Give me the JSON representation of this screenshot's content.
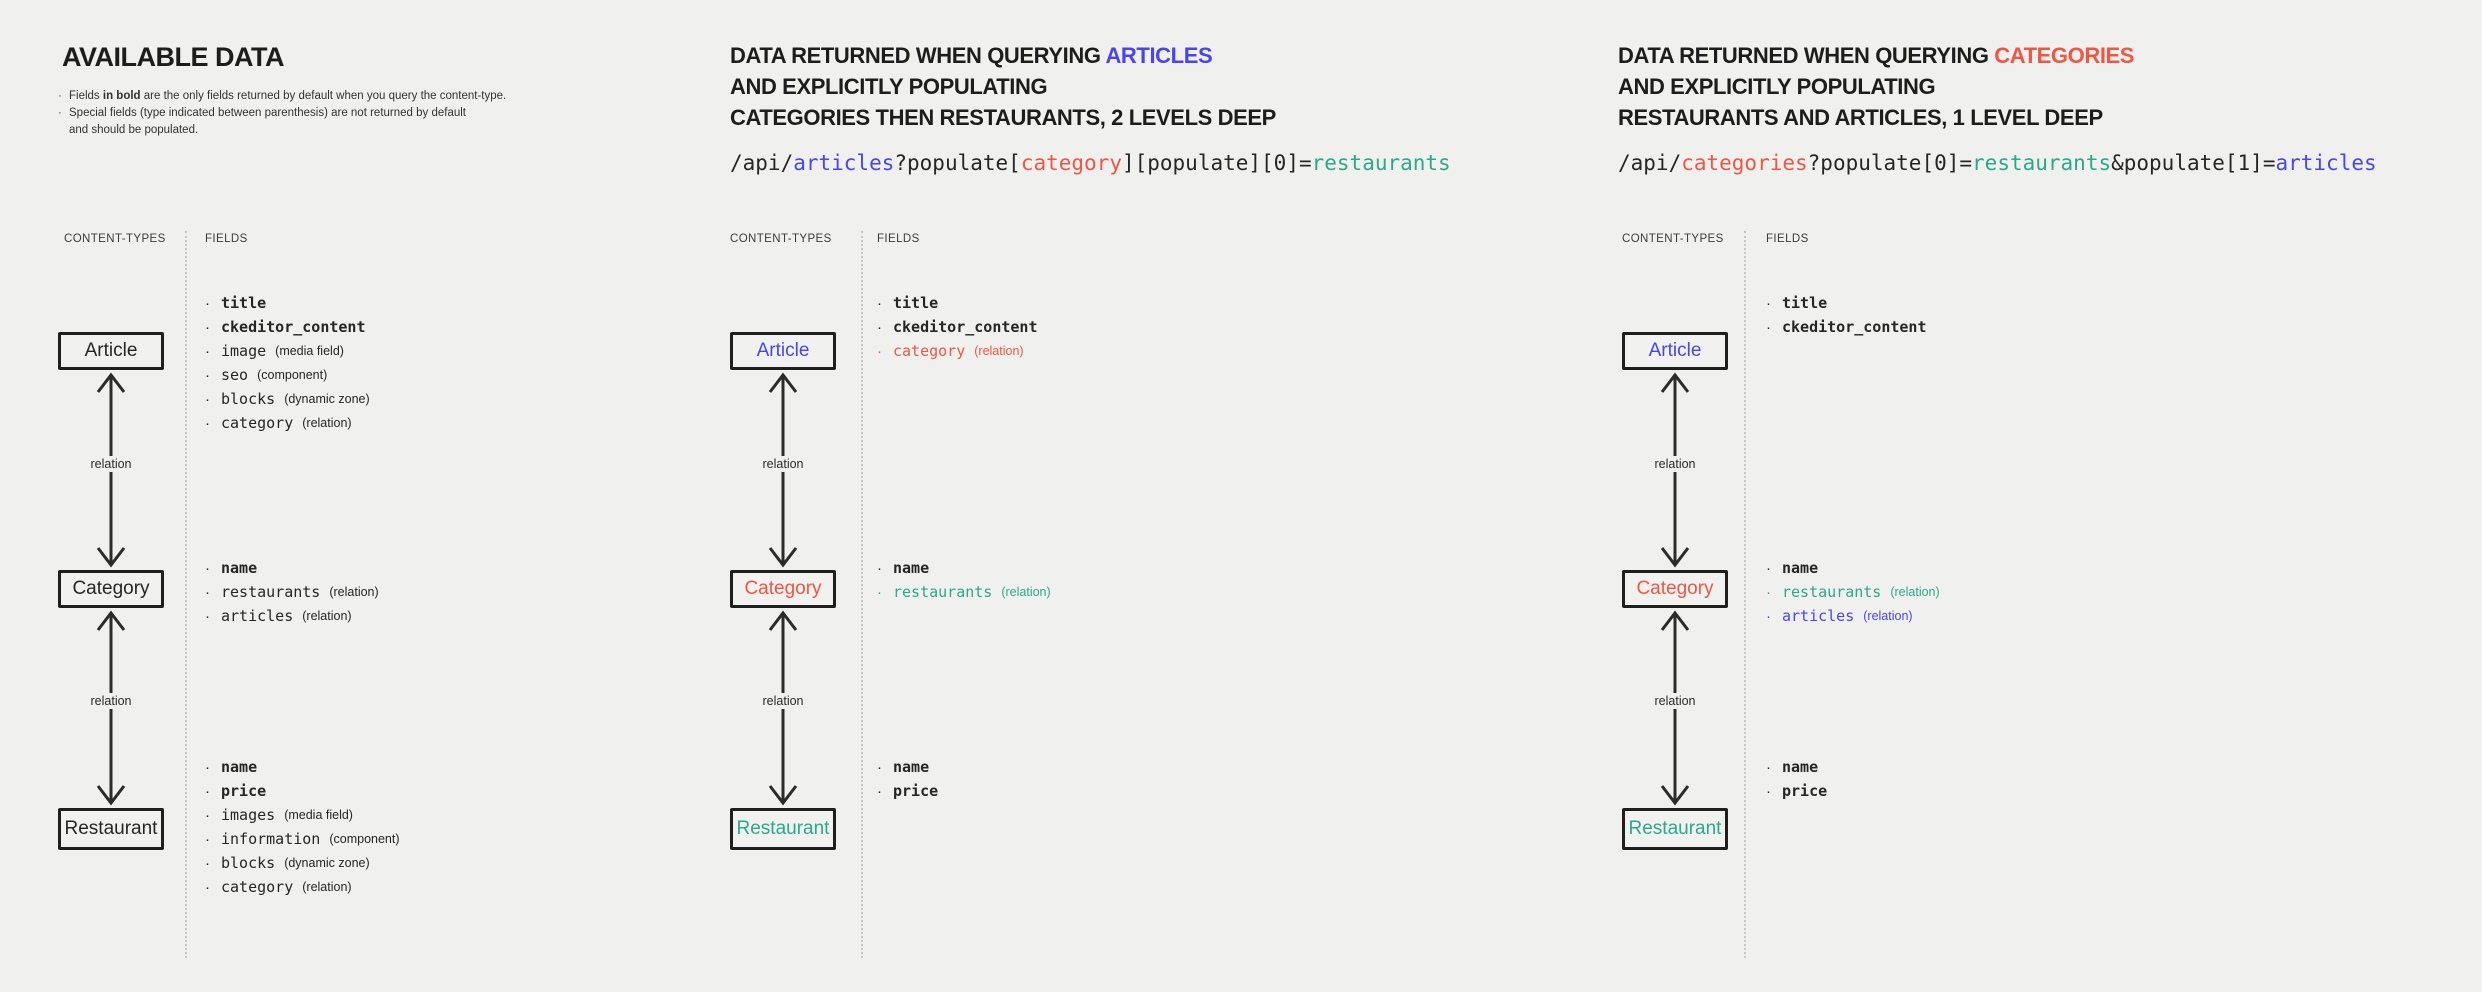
{
  "colors": {
    "background": "#f0f0ee",
    "ink": "#262626",
    "blue": "#4845f0",
    "red": "#ee5743",
    "teal": "#2ba98a"
  },
  "panel1": {
    "title": "AVAILABLE DATA",
    "note1_pre": "Fields ",
    "note1_bold": "in bold",
    "note1_post": " are the only fields returned by default when you query the content-type.",
    "note2_line1": "Special fields (type indicated between parenthesis) are not returned by default",
    "note2_line2": "and should be populated.",
    "columns": {
      "left": "CONTENT-TYPES",
      "right": "FIELDS"
    },
    "relation_label_1": "relation",
    "relation_label_2": "relation",
    "nodes": {
      "article": {
        "label": "Article",
        "color": "#262626",
        "fields": [
          {
            "name": "title",
            "bold": true,
            "type": "",
            "color": "#262626"
          },
          {
            "name": "ckeditor_content",
            "bold": true,
            "type": "",
            "color": "#262626"
          },
          {
            "name": "image",
            "bold": false,
            "type": "(media field)",
            "color": "#262626"
          },
          {
            "name": "seo",
            "bold": false,
            "type": "(component)",
            "color": "#262626"
          },
          {
            "name": "blocks",
            "bold": false,
            "type": "(dynamic zone)",
            "color": "#262626"
          },
          {
            "name": "category",
            "bold": false,
            "type": "(relation)",
            "color": "#262626"
          }
        ]
      },
      "category": {
        "label": "Category",
        "color": "#262626",
        "fields": [
          {
            "name": "name",
            "bold": true,
            "type": "",
            "color": "#262626"
          },
          {
            "name": "restaurants",
            "bold": false,
            "type": "(relation)",
            "color": "#262626"
          },
          {
            "name": "articles",
            "bold": false,
            "type": "(relation)",
            "color": "#262626"
          }
        ]
      },
      "restaurant": {
        "label": "Restaurant",
        "color": "#262626",
        "fields": [
          {
            "name": "name",
            "bold": true,
            "type": "",
            "color": "#262626"
          },
          {
            "name": "price",
            "bold": true,
            "type": "",
            "color": "#262626"
          },
          {
            "name": "images",
            "bold": false,
            "type": "(media field)",
            "color": "#262626"
          },
          {
            "name": "information",
            "bold": false,
            "type": "(component)",
            "color": "#262626"
          },
          {
            "name": "blocks",
            "bold": false,
            "type": "(dynamic zone)",
            "color": "#262626"
          },
          {
            "name": "category",
            "bold": false,
            "type": "(relation)",
            "color": "#262626"
          }
        ]
      }
    }
  },
  "panel2": {
    "title_line1_pre": "DATA RETURNED WHEN QUERYING ",
    "title_line1_highlight": "ARTICLES",
    "title_line1_highlight_color": "#4845f0",
    "title_line2": "AND EXPLICITLY POPULATING",
    "title_line3": "CATEGORIES THEN RESTAURANTS, 2 LEVELS DEEP",
    "url": [
      {
        "text": "/api/",
        "color": "#262626"
      },
      {
        "text": "articles",
        "color": "#4845f0"
      },
      {
        "text": "?populate[",
        "color": "#262626"
      },
      {
        "text": "category",
        "color": "#ee5743"
      },
      {
        "text": "][populate][0]=",
        "color": "#262626"
      },
      {
        "text": "restaurants",
        "color": "#2ba98a"
      }
    ],
    "columns": {
      "left": "CONTENT-TYPES",
      "right": "FIELDS"
    },
    "relation_label_1": "relation",
    "relation_label_2": "relation",
    "nodes": {
      "article": {
        "label": "Article",
        "color": "#4845f0",
        "fields": [
          {
            "name": "title",
            "bold": true,
            "type": "",
            "color": "#262626"
          },
          {
            "name": "ckeditor_content",
            "bold": true,
            "type": "",
            "color": "#262626"
          },
          {
            "name": "category",
            "bold": false,
            "type": "(relation)",
            "color": "#ee5743"
          }
        ]
      },
      "category": {
        "label": "Category",
        "color": "#ee5743",
        "fields": [
          {
            "name": "name",
            "bold": true,
            "type": "",
            "color": "#262626"
          },
          {
            "name": "restaurants",
            "bold": false,
            "type": "(relation)",
            "color": "#2ba98a"
          }
        ]
      },
      "restaurant": {
        "label": "Restaurant",
        "color": "#2ba98a",
        "fields": [
          {
            "name": "name",
            "bold": true,
            "type": "",
            "color": "#262626"
          },
          {
            "name": "price",
            "bold": true,
            "type": "",
            "color": "#262626"
          }
        ]
      }
    }
  },
  "panel3": {
    "title_line1_pre": "DATA RETURNED WHEN QUERYING ",
    "title_line1_highlight": "CATEGORIES",
    "title_line1_highlight_color": "#ee5743",
    "title_line2": "AND EXPLICITLY POPULATING",
    "title_line3": "RESTAURANTS AND ARTICLES, 1 LEVEL DEEP",
    "url": [
      {
        "text": "/api/",
        "color": "#262626"
      },
      {
        "text": "categories",
        "color": "#ee5743"
      },
      {
        "text": "?populate[0]=",
        "color": "#262626"
      },
      {
        "text": "restaurants",
        "color": "#2ba98a"
      },
      {
        "text": "&populate[1]=",
        "color": "#262626"
      },
      {
        "text": "articles",
        "color": "#4845f0"
      }
    ],
    "columns": {
      "left": "CONTENT-TYPES",
      "right": "FIELDS"
    },
    "relation_label_1": "relation",
    "relation_label_2": "relation",
    "nodes": {
      "article": {
        "label": "Article",
        "color": "#4845f0",
        "fields": [
          {
            "name": "title",
            "bold": true,
            "type": "",
            "color": "#262626"
          },
          {
            "name": "ckeditor_content",
            "bold": true,
            "type": "",
            "color": "#262626"
          }
        ]
      },
      "category": {
        "label": "Category",
        "color": "#ee5743",
        "fields": [
          {
            "name": "name",
            "bold": true,
            "type": "",
            "color": "#262626"
          },
          {
            "name": "restaurants",
            "bold": false,
            "type": "(relation)",
            "color": "#2ba98a"
          },
          {
            "name": "articles",
            "bold": false,
            "type": "(relation)",
            "color": "#4845f0"
          }
        ]
      },
      "restaurant": {
        "label": "Restaurant",
        "color": "#2ba98a",
        "fields": [
          {
            "name": "name",
            "bold": true,
            "type": "",
            "color": "#262626"
          },
          {
            "name": "price",
            "bold": true,
            "type": "",
            "color": "#262626"
          }
        ]
      }
    }
  }
}
